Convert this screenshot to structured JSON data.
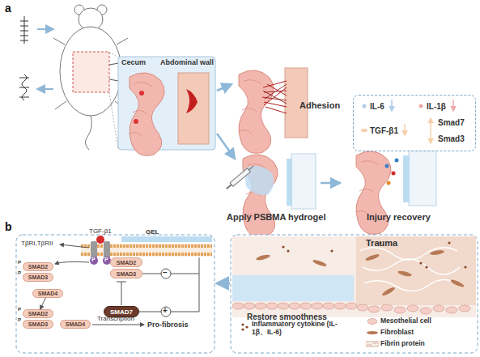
{
  "diagram": {
    "nodes": [
      {
        "text": [
          "IL-6",
          "IL-1β",
          "TGF-β1",
          "Smad7",
          "Smad3"
        ]
      },
      {
        "text": [
          "SMAD2"
        ]
      },
      {
        "text": [
          "SMAD3"
        ]
      },
      {
        "text": [
          "SMAD7"
        ]
      },
      {
        "text": [
          "SMAD2"
        ]
      },
      {
        "text": [
          "SMAD3"
        ]
      },
      {
        "text": [
          "SMAD4"
        ]
      },
      {
        "text": [
          "SMAD2"
        ]
      },
      {
        "text": [
          "SMAD3"
        ]
      },
      {
        "text": [
          "SMAD4"
        ]
      }
    ],
    "edges": [
      {
        "from": 6,
        "to": 7,
        "arrow": "to"
      }
    ],
    "labels": [
      "a",
      "Cecum",
      "Abdominal wall",
      "Adhesion",
      "Apply PSBMA hydrogel",
      "Injury recovery",
      "b",
      "TβRI,TβRII",
      "TGF-β1",
      "GEL",
      "P",
      "P",
      "−",
      "P",
      "P",
      "P",
      "P",
      "+",
      "Transcription",
      "Pro-fibrosis",
      "Restore smoothness",
      "Trauma"
    ],
    "legend": [
      {
        "text": "Inflammatory cytokine (IL-1β、IL-6)"
      },
      {
        "text": "Mesothelial cell"
      },
      {
        "text": "Fibroblast"
      },
      {
        "text": "Fibrin protein"
      }
    ]
  }
}
